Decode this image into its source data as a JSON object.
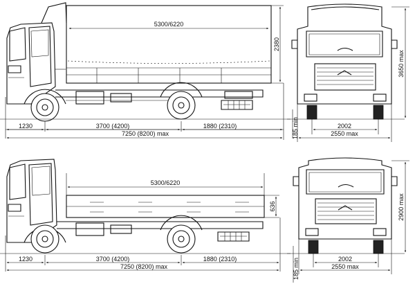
{
  "top_view": {
    "body_length": "5300/6220",
    "body_height": "2380",
    "front_overhang": "1230",
    "wheelbase": "3700 (4200)",
    "rear_overhang": "1880 (2310)",
    "overall_length": "7250 (8200) max",
    "overall_height": "3650 max",
    "track_width": "2002",
    "overall_width": "2550 max",
    "ground_clearance": "185 min"
  },
  "bottom_view": {
    "body_length": "5300/6220",
    "side_height": "636",
    "front_overhang": "1230",
    "wheelbase": "3700 (4200)",
    "rear_overhang": "1880 (2310)",
    "overall_length": "7250 (8200) max",
    "overall_height": "2900 max",
    "track_width": "2002",
    "overall_width": "2550 max",
    "ground_clearance": "185 min"
  }
}
